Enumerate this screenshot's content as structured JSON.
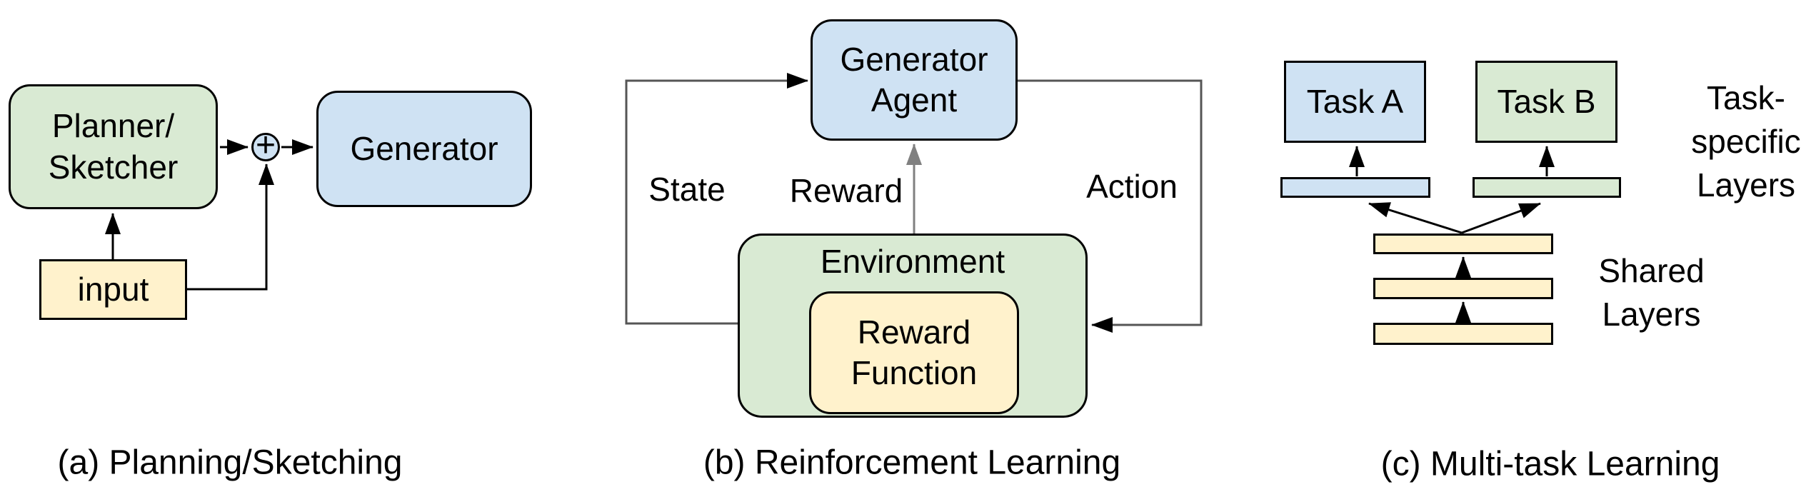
{
  "colors": {
    "blue": "#cfe2f3",
    "green": "#d9ead3",
    "yellow": "#fff2cc",
    "outline": "#000000",
    "loop_line": "#555555",
    "reward_line": "#808080",
    "text": "#000000"
  },
  "panel_a": {
    "caption": "(a) Planning/Sketching",
    "planner_label": "Planner/\nSketcher",
    "generator_label": "Generator",
    "input_label": "input",
    "plus_symbol": "+"
  },
  "panel_b": {
    "caption": "(b) Reinforcement Learning",
    "agent_label": "Generator\nAgent",
    "environment_label": "Environment",
    "reward_function_label": "Reward\nFunction",
    "state_label": "State",
    "reward_label": "Reward",
    "action_label": "Action"
  },
  "panel_c": {
    "caption": "(c) Multi-task Learning",
    "task_a_label": "Task A",
    "task_b_label": "Task B",
    "task_specific_label": "Task-\nspecific\nLayers",
    "shared_label": "Shared\nLayers"
  }
}
